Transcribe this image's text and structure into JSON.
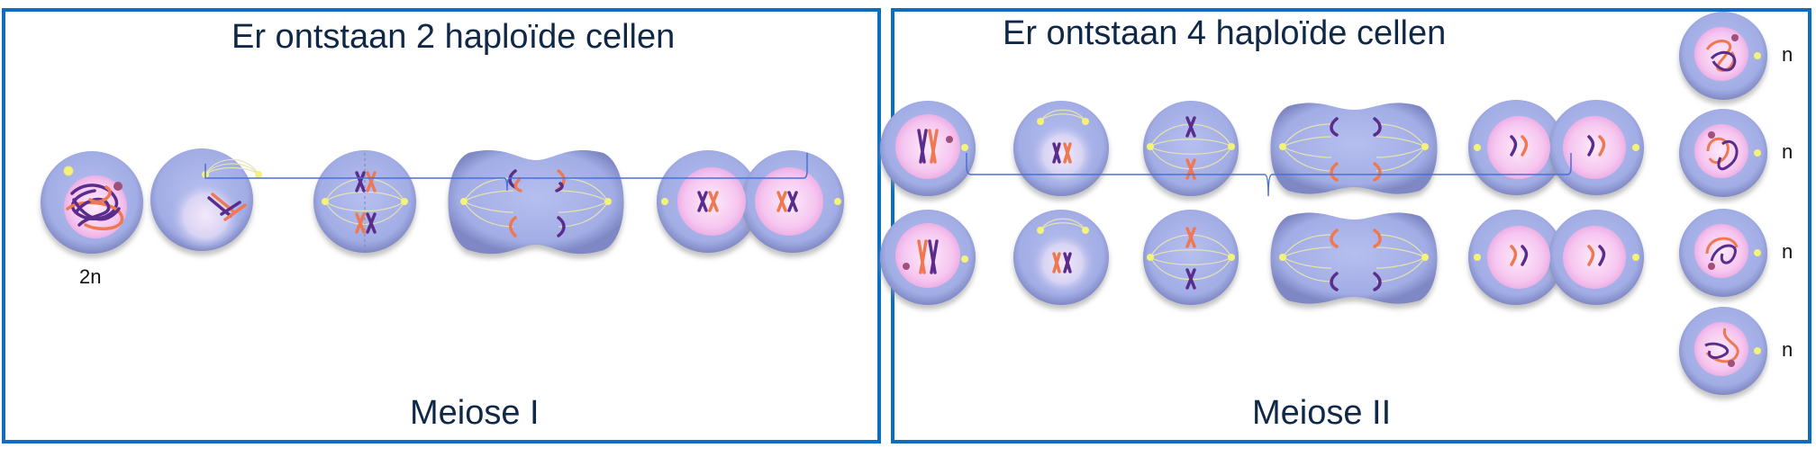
{
  "meiosis1": {
    "title": "Er ontstaan 2 haploïde cellen",
    "stage_label": "Meiose I",
    "ploidy_label": "2n"
  },
  "meiosis2": {
    "title": "Er ontstaan 4 haploïde cellen",
    "stage_label": "Meiose II",
    "ploidy_labels": [
      "n",
      "n",
      "n",
      "n"
    ]
  },
  "colors": {
    "frame": "#0A6EC2",
    "text": "#0F2847",
    "cytoplasm": "#A3AEE6",
    "cytoplasm_edge": "#7F88C4",
    "nucleus": "#F6C6F0",
    "chromosome_maternal": "#5A2D8C",
    "chromosome_paternal": "#F07850",
    "bracket_line": "#4A6FD8",
    "centrosome": "#F5F27A"
  }
}
